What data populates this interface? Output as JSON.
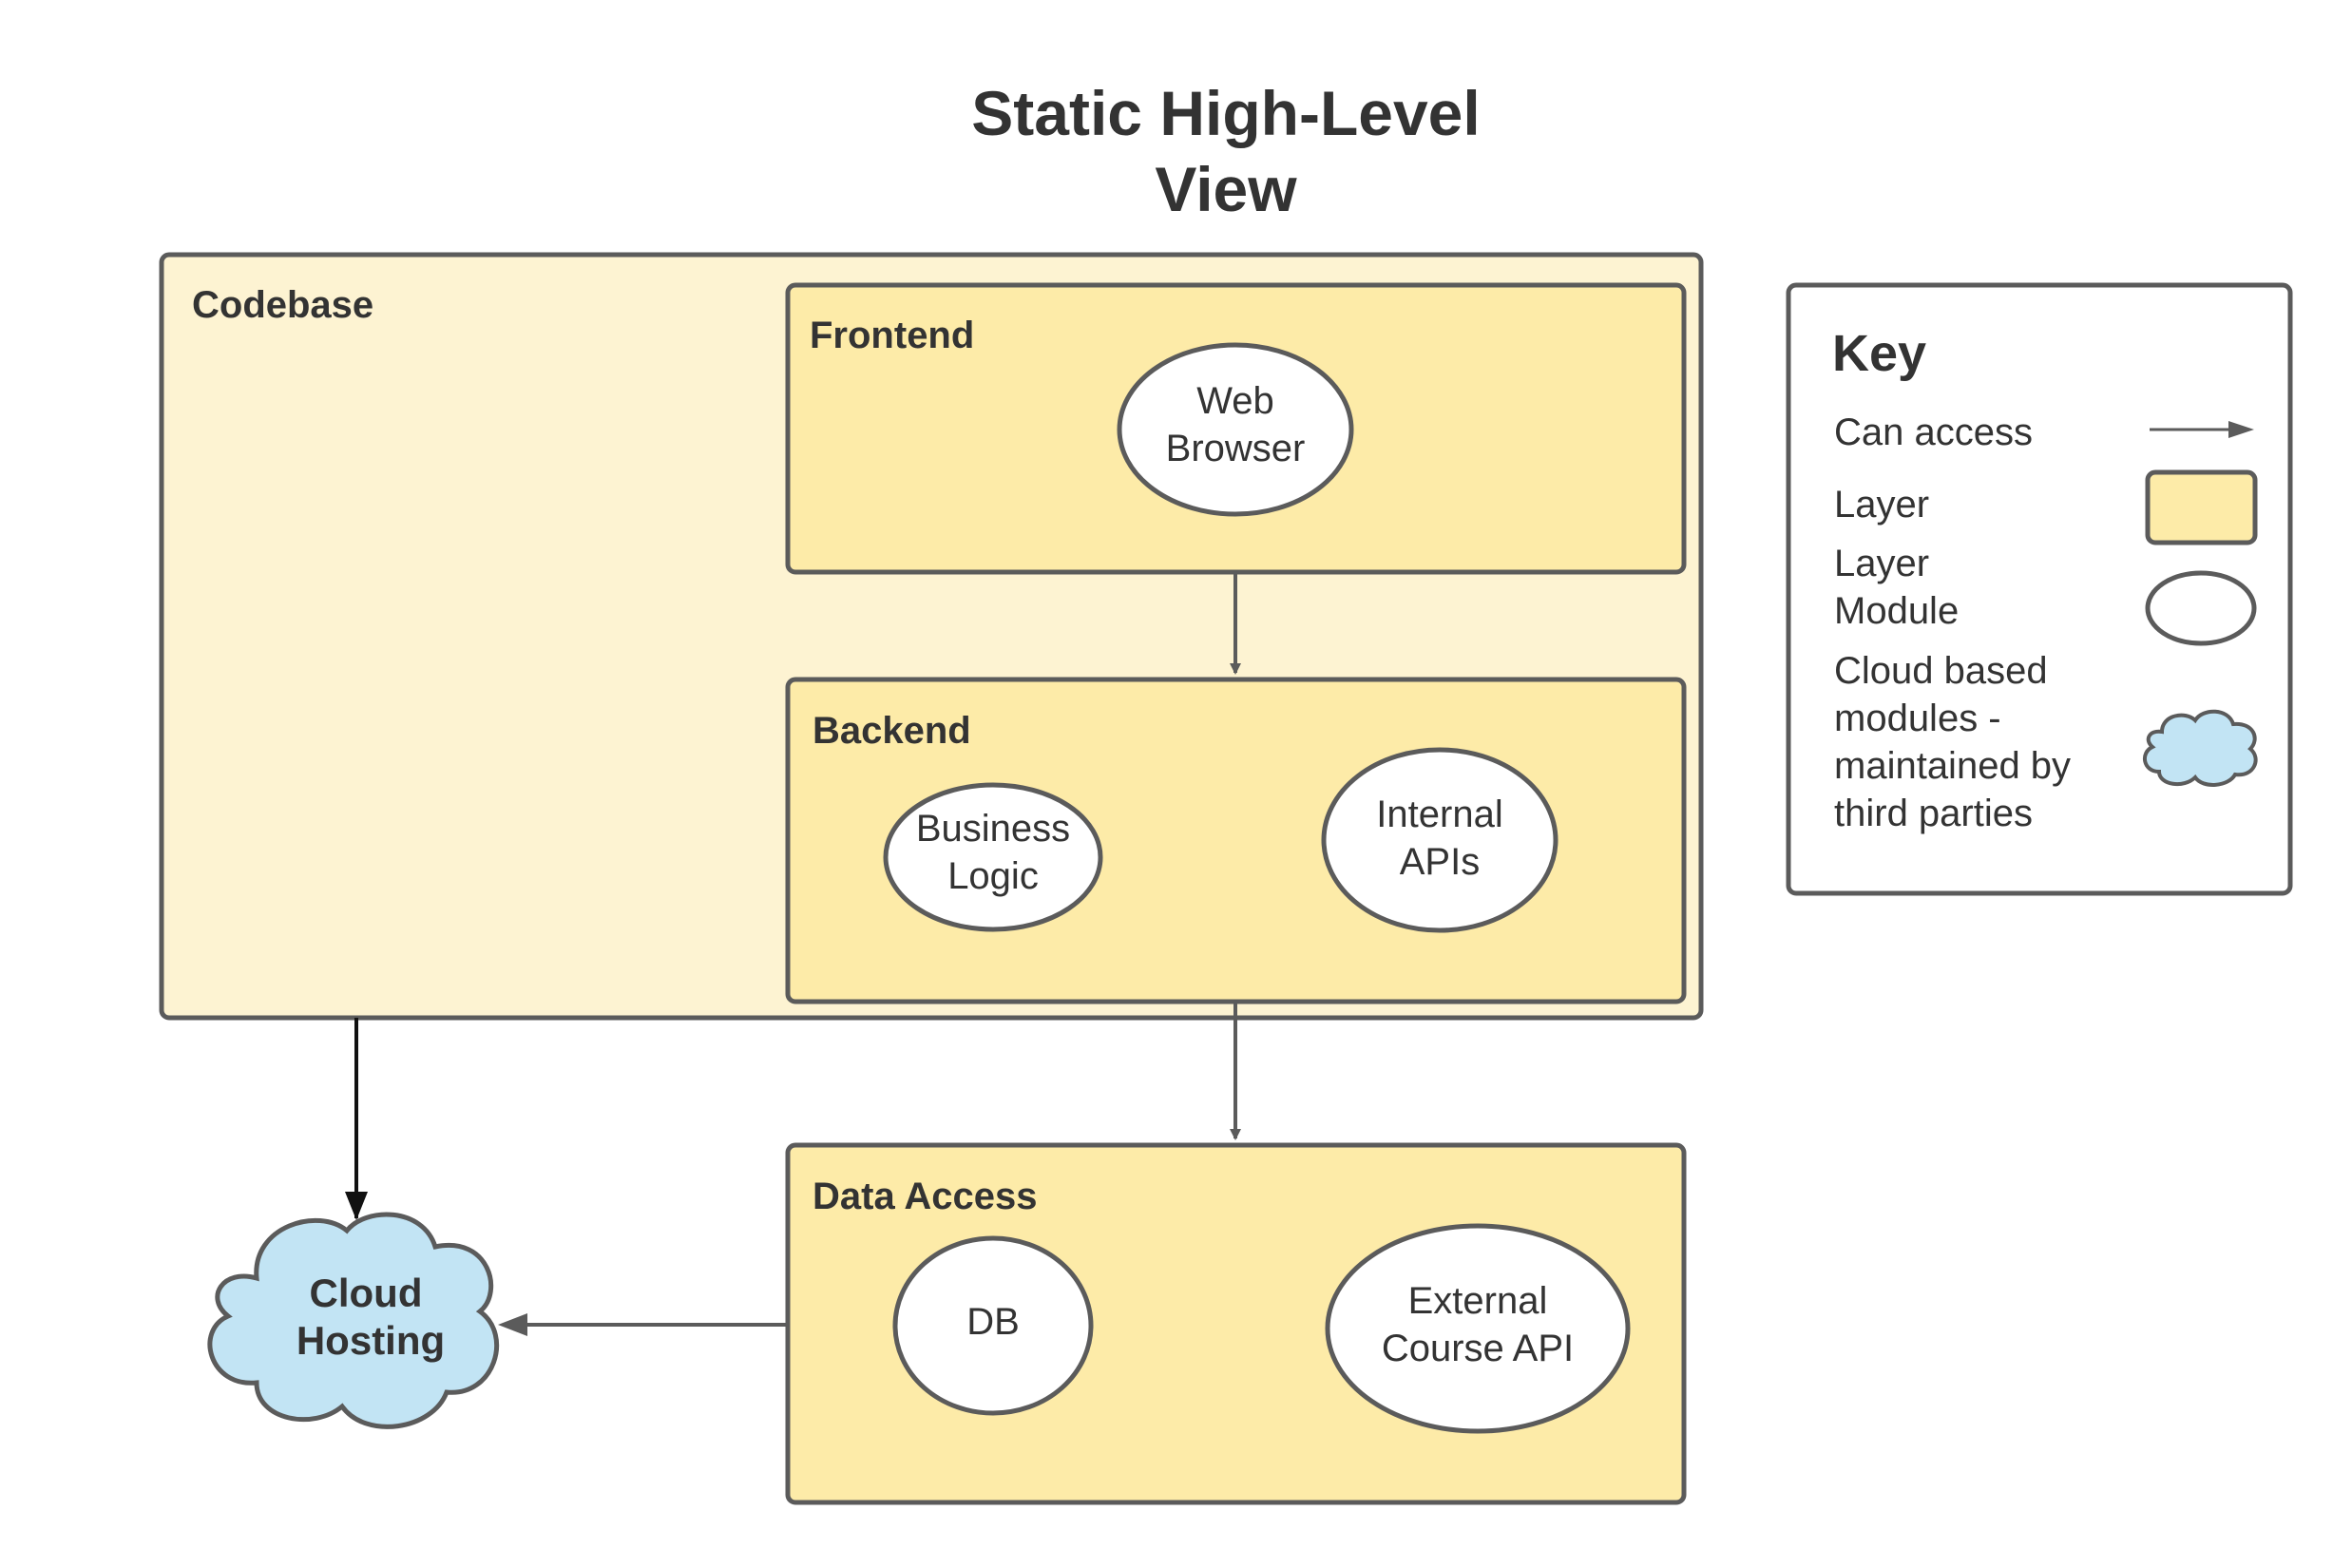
{
  "title": {
    "line1": "Static High-Level",
    "line2": "View"
  },
  "colors": {
    "stroke": "#5b5b5b",
    "codebase_fill": "#fdf3d2",
    "layer_fill": "#fdeba8",
    "module_fill": "#ffffff",
    "cloud_fill": "#c2e4f4",
    "text": "#333333"
  },
  "codebase": {
    "label": "Codebase"
  },
  "frontend": {
    "label": "Frontend",
    "modules": {
      "web_browser": [
        "Web",
        "Browser"
      ]
    }
  },
  "backend": {
    "label": "Backend",
    "modules": {
      "business_logic": [
        "Business",
        "Logic"
      ],
      "internal_apis": [
        "Internal",
        "APIs"
      ]
    }
  },
  "data_access": {
    "label": "Data Access",
    "modules": {
      "db": [
        "DB"
      ],
      "external_course_api": [
        "External",
        "Course API"
      ]
    }
  },
  "cloud_hosting": {
    "lines": [
      "Cloud",
      "Hosting"
    ]
  },
  "key": {
    "title": "Key",
    "can_access": "Can access",
    "layer": "Layer",
    "layer_module": [
      "Layer",
      "Module"
    ],
    "cloud_modules": [
      "Cloud based",
      "modules -",
      "maintained by",
      "third parties"
    ]
  }
}
